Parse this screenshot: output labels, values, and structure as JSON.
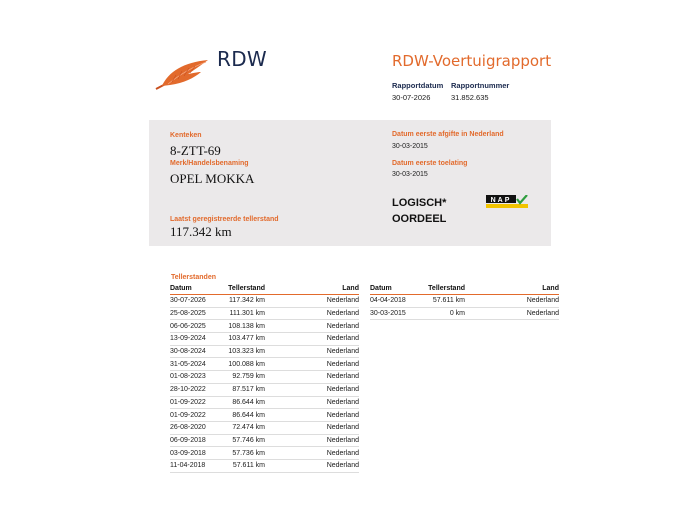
{
  "brand": {
    "name": "RDW",
    "accent": "#e26a2c",
    "navy": "#1b2a4e",
    "logo_icon": "feather-icon"
  },
  "report": {
    "title": "RDW-Voertuigrapport",
    "date_label": "Rapportdatum",
    "date": "30-07-2026",
    "number_label": "Rapportnummer",
    "number": "31.852.635"
  },
  "vehicle": {
    "plate_label": "Kenteken",
    "plate": "8-ZTT-69",
    "make_label": "Merk/Handelsbenaming",
    "make": "OPEL MOKKA",
    "odo_label": "Laatst geregistreerde tellerstand",
    "odo": "117.342 km",
    "first_issue_nl_label": "Datum eerste afgifte in Nederland",
    "first_issue_nl": "30-03-2015",
    "first_admission_label": "Datum eerste toelating",
    "first_admission": "30-03-2015",
    "verdict_line1": "LOGISCH*",
    "verdict_line2": "OORDEEL",
    "nap_badge": "NAP",
    "nap_icon": "checkmark-icon"
  },
  "odometer": {
    "title": "Tellerstanden",
    "headers": {
      "date": "Datum",
      "reading": "Tellerstand",
      "country": "Land"
    },
    "left": [
      {
        "date": "30-07-2026",
        "reading": "117.342 km",
        "country": "Nederland"
      },
      {
        "date": "25-08-2025",
        "reading": "111.301 km",
        "country": "Nederland"
      },
      {
        "date": "06-06-2025",
        "reading": "108.138 km",
        "country": "Nederland"
      },
      {
        "date": "13-09-2024",
        "reading": "103.477 km",
        "country": "Nederland"
      },
      {
        "date": "30-08-2024",
        "reading": "103.323 km",
        "country": "Nederland"
      },
      {
        "date": "31-05-2024",
        "reading": "100.088 km",
        "country": "Nederland"
      },
      {
        "date": "01-08-2023",
        "reading": "92.759 km",
        "country": "Nederland"
      },
      {
        "date": "28-10-2022",
        "reading": "87.517 km",
        "country": "Nederland"
      },
      {
        "date": "01-09-2022",
        "reading": "86.644 km",
        "country": "Nederland"
      },
      {
        "date": "01-09-2022",
        "reading": "86.644 km",
        "country": "Nederland"
      },
      {
        "date": "26-08-2020",
        "reading": "72.474 km",
        "country": "Nederland"
      },
      {
        "date": "06-09-2018",
        "reading": "57.746 km",
        "country": "Nederland"
      },
      {
        "date": "03-09-2018",
        "reading": "57.736 km",
        "country": "Nederland"
      },
      {
        "date": "11-04-2018",
        "reading": "57.611 km",
        "country": "Nederland"
      }
    ],
    "right": [
      {
        "date": "04-04-2018",
        "reading": "57.611 km",
        "country": "Nederland"
      },
      {
        "date": "30-03-2015",
        "reading": "0 km",
        "country": "Nederland"
      }
    ]
  }
}
